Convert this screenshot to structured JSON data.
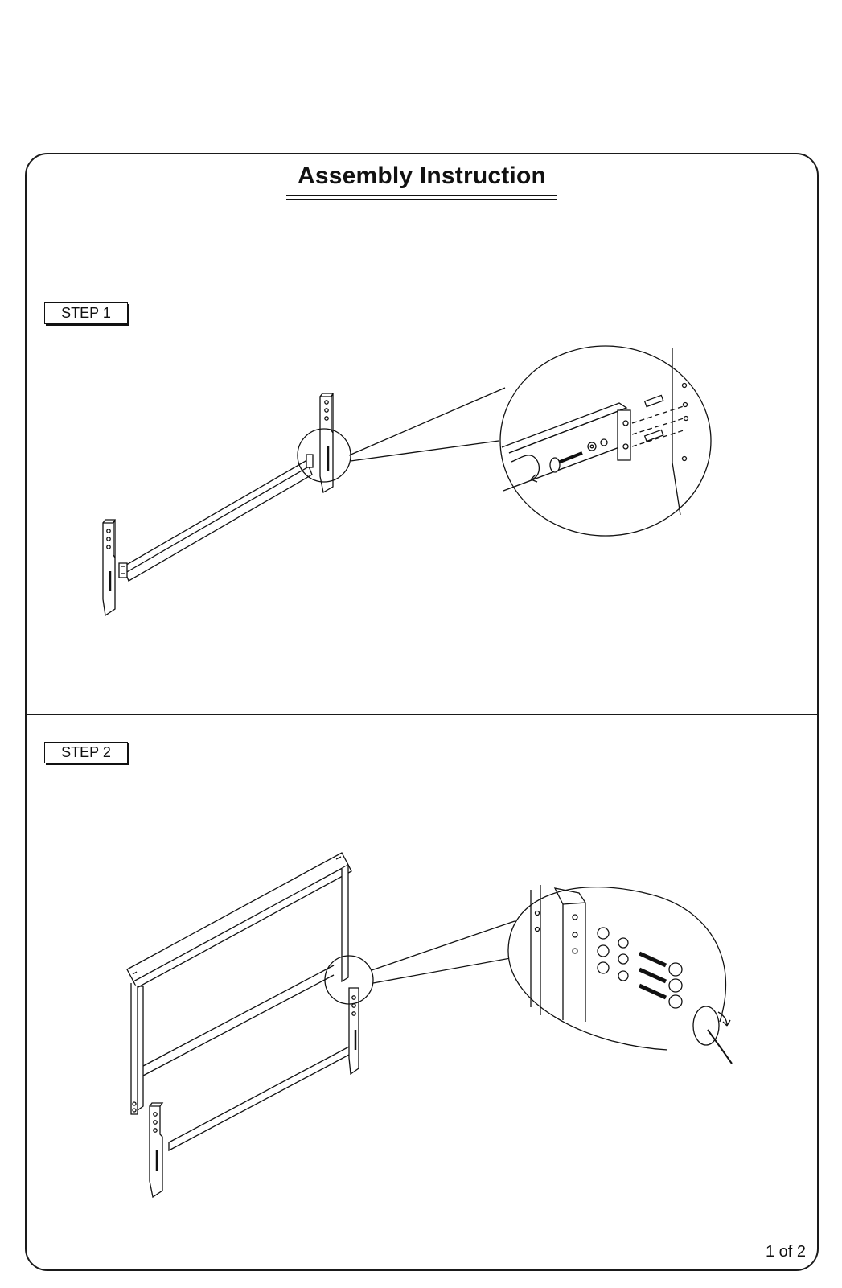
{
  "document": {
    "title": "Assembly Instruction",
    "page_number": "1 of 2"
  },
  "steps": [
    {
      "label": "STEP 1"
    },
    {
      "label": "STEP 2"
    }
  ]
}
